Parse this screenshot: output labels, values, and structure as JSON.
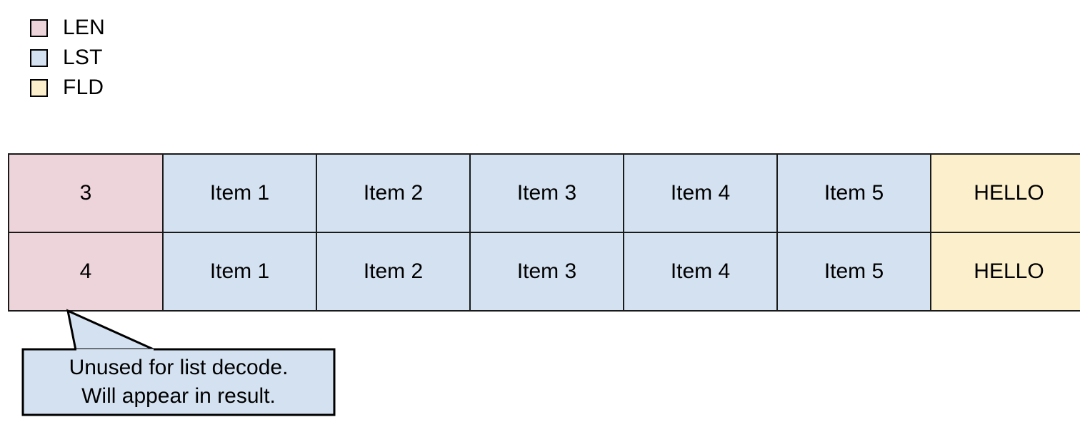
{
  "legend": {
    "items": [
      {
        "icon": "color-swatch-icon",
        "label": "LEN",
        "color": "#edd3da"
      },
      {
        "icon": "color-swatch-icon",
        "label": "LST",
        "color": "#d4e1f0"
      },
      {
        "icon": "color-swatch-icon",
        "label": "FLD",
        "color": "#fcf0cc"
      }
    ]
  },
  "table": {
    "border_color": "#1a1a1a",
    "rows": [
      {
        "cells": [
          {
            "text": "3",
            "kind": "len"
          },
          {
            "text": "Item 1",
            "kind": "lst"
          },
          {
            "text": "Item 2",
            "kind": "lst"
          },
          {
            "text": "Item 3",
            "kind": "lst"
          },
          {
            "text": "Item 4",
            "kind": "lst"
          },
          {
            "text": "Item 5",
            "kind": "lst"
          },
          {
            "text": "HELLO",
            "kind": "fld"
          }
        ]
      },
      {
        "cells": [
          {
            "text": "4",
            "kind": "len"
          },
          {
            "text": "Item 1",
            "kind": "lst"
          },
          {
            "text": "Item 2",
            "kind": "lst"
          },
          {
            "text": "Item 3",
            "kind": "lst"
          },
          {
            "text": "Item 4",
            "kind": "lst"
          },
          {
            "text": "Item 5",
            "kind": "lst"
          },
          {
            "text": "HELLO",
            "kind": "fld"
          }
        ]
      }
    ]
  },
  "callout": {
    "fill": "#d4e1f0",
    "stroke": "#000000",
    "line1": "Unused for list decode.",
    "line2": "Will appear in result."
  }
}
